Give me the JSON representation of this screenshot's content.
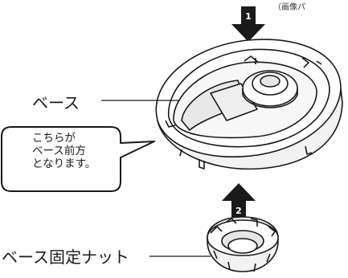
{
  "corner_text": "（画像パ",
  "labels": {
    "base": "ベース",
    "base_nut": "ベース固定ナット"
  },
  "callout": {
    "line1": "こちらが",
    "line2": "ベース前方",
    "line3": "となります。"
  },
  "steps": {
    "step1": "1",
    "step2": "2"
  },
  "colors": {
    "line": "#1a1a1a",
    "fill": "#ffffff",
    "shade": "#e8e8e8"
  }
}
